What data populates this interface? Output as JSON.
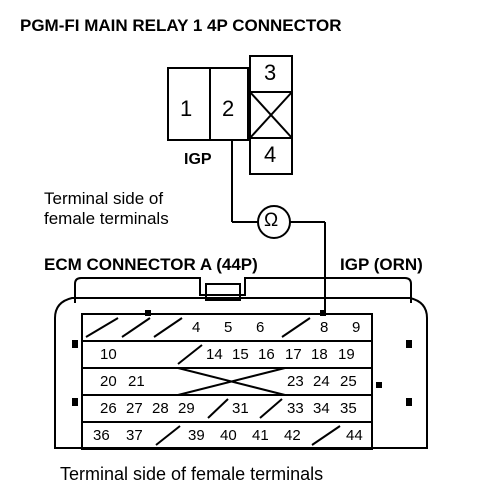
{
  "title": "PGM-FI MAIN RELAY 1 4P CONNECTOR",
  "relay": {
    "pins": [
      "1",
      "2",
      "3",
      "4"
    ],
    "terminal_label": "IGP"
  },
  "note_top": [
    "Terminal side of",
    "female terminals"
  ],
  "meter_symbol": "Ω",
  "ecm_title": "ECM CONNECTOR A (44P)",
  "wire_label": "IGP (ORN)",
  "ecm_pins": {
    "row1": [
      "4",
      "5",
      "6",
      "8",
      "9"
    ],
    "row2": [
      "10",
      "14",
      "15",
      "16",
      "17",
      "18",
      "19"
    ],
    "row3": [
      "20",
      "21",
      "23",
      "24",
      "25"
    ],
    "row4": [
      "26",
      "27",
      "28",
      "29",
      "31",
      "33",
      "34",
      "35"
    ],
    "row5": [
      "36",
      "37",
      "39",
      "40",
      "41",
      "42",
      "44"
    ]
  },
  "note_bottom": "Terminal side of female terminals"
}
